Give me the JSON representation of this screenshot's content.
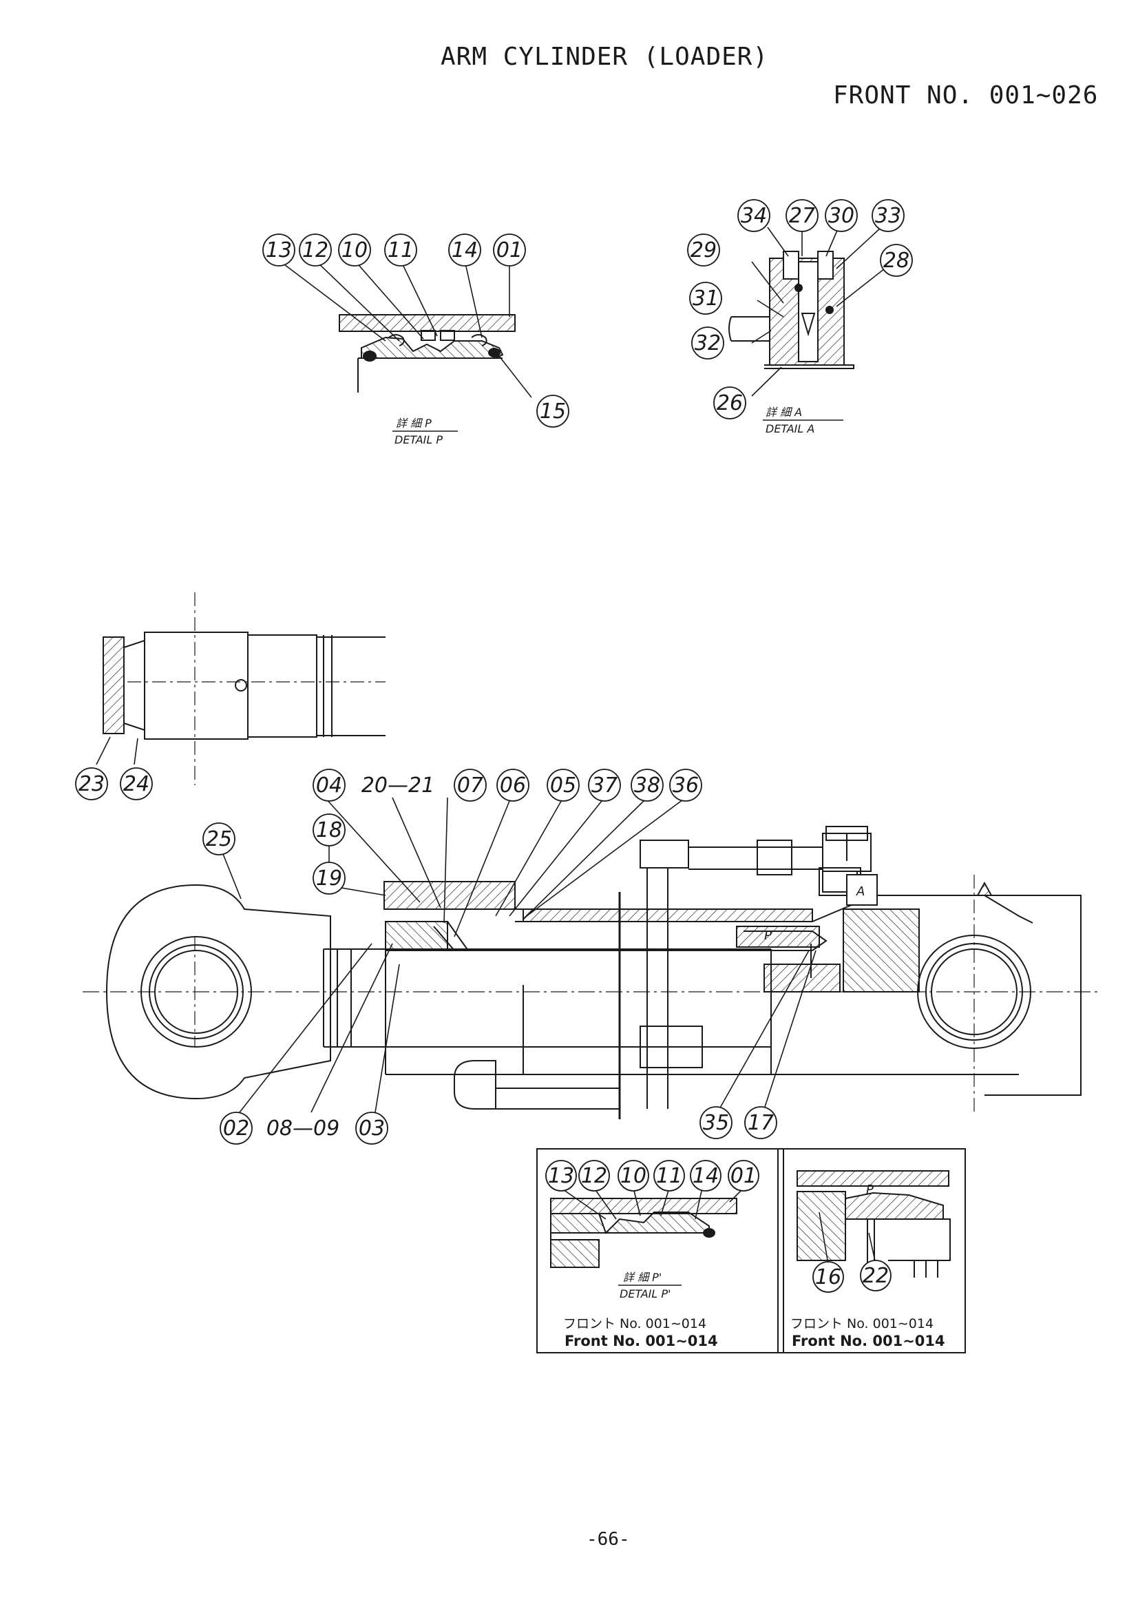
{
  "title": "ARM CYLINDER (LOADER)",
  "front_no": "FRONT NO. 001∼026",
  "page_number": "-66-",
  "detail_p": {
    "jp": "詳 細  P",
    "en": "DETAIL  P",
    "callouts": [
      "13",
      "12",
      "10",
      "11",
      "14",
      "01",
      "15"
    ]
  },
  "detail_a": {
    "jp": "詳 細  A",
    "en": "DETAIL  A",
    "callouts": [
      "34",
      "27",
      "30",
      "33",
      "29",
      "28",
      "31",
      "32",
      "26"
    ]
  },
  "rod_end": {
    "callouts": [
      "23",
      "24"
    ]
  },
  "main": {
    "callouts_top": [
      "04",
      "20—21",
      "07",
      "06",
      "05",
      "37",
      "38",
      "36"
    ],
    "callouts_left": [
      "25",
      "18",
      "19"
    ],
    "callouts_bottom": [
      "02",
      "08—09",
      "03",
      "35",
      "17"
    ],
    "marker_a": "A",
    "marker_p": "P"
  },
  "detail_p2": {
    "callouts": [
      "13",
      "12",
      "10",
      "11",
      "14",
      "01"
    ],
    "jp": "詳 細  P'",
    "en": "DETAIL  P'",
    "front_jp": "フロント No.  001∼014",
    "front_en": "Front No. 001∼014"
  },
  "detail_piston": {
    "callouts": [
      "16",
      "22"
    ],
    "marker_p": "P",
    "front_jp": "フロント No.  001∼014",
    "front_en": "Front No. 001∼014"
  }
}
